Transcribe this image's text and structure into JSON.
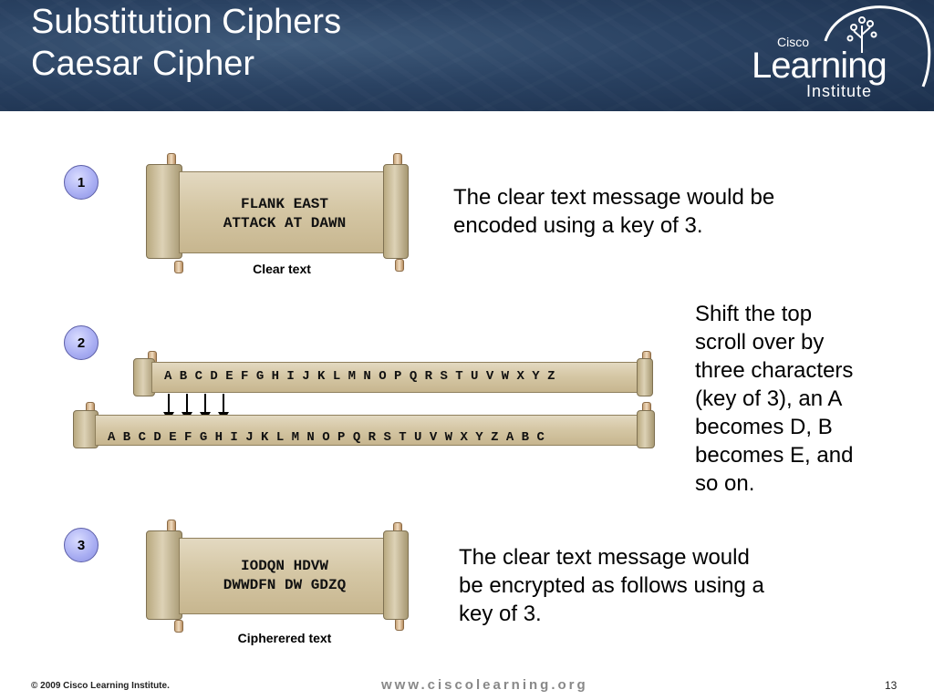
{
  "header": {
    "title_line1": "Substitution Ciphers",
    "title_line2": "Caesar Cipher",
    "logo": {
      "cisco": "Cisco",
      "learning": "Learning",
      "institute": "Institute"
    }
  },
  "steps": [
    {
      "number": "1",
      "scroll_line1": "FLANK EAST",
      "scroll_line2": "ATTACK AT DAWN",
      "caption": "Clear text",
      "description": [
        "The clear text message would be",
        "encoded using a key of 3."
      ]
    },
    {
      "number": "2",
      "top_alphabet": "A B C D E F G H I J K L M N O P Q R S T U V W X Y Z",
      "bottom_alphabet": "A B C D E F G H I J K L M N O P Q R S T U V W X Y Z A B C",
      "description": [
        "Shift the top",
        "scroll over by",
        "three characters",
        "(key of 3), an A",
        "becomes D, B",
        "becomes E, and",
        "so on."
      ]
    },
    {
      "number": "3",
      "scroll_line1": "IODQN HDVW",
      "scroll_line2": "DWWDFN DW GDZQ",
      "caption": "Cipherered text",
      "description": [
        "The clear text message would",
        "be encrypted as follows using a",
        "key of 3."
      ]
    }
  ],
  "footer": {
    "copyright": "© 2009 Cisco Learning Institute.",
    "url": "www.ciscolearning.org",
    "page": "13"
  }
}
